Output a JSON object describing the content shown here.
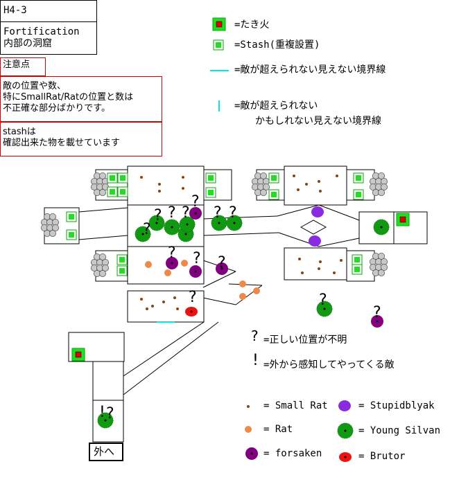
{
  "header": {
    "code": "H4-3",
    "title_line1": "Fortification",
    "title_line2": "内部の洞窟"
  },
  "notes": {
    "heading": "注意点",
    "body_lines": [
      "敵の位置や数、",
      "特にSmallRat/Ratの位置と数は",
      "不正確な部分ばかりです。"
    ],
    "stash_lines": [
      "stashは",
      "確認出来た物を載せています"
    ]
  },
  "legend_top": {
    "bonfire": "=たき火",
    "stash": "=Stash(重複設置)",
    "wall": "=敵が超えられない見えない境界線",
    "maybe_wall_line1": "=敵が超えられない",
    "maybe_wall_line2": "かもしれない見えない境界線"
  },
  "legend_symbols": {
    "question": "=正しい位置が不明",
    "exclaim": "=外から感知してやってくる敵",
    "question_glyph": "?",
    "exclaim_glyph": "!"
  },
  "legend_enemies": {
    "small_rat": "= Small Rat",
    "rat": "= Rat",
    "forsaken": "= forsaken",
    "stupid": "= Stupidblyak",
    "young_silvan": "= Young Silvan",
    "brutor": "= Brutor"
  },
  "exit_label": "外へ",
  "colors": {
    "bonfire_red": "#e00000",
    "stash_green": "#22dd22",
    "stash_border": "#00aa00",
    "wall_cyan": "#00e5e5",
    "small_rat": "#8b4513",
    "rat": "#f08848",
    "forsaken": "#800080",
    "stupid": "#8a2be2",
    "young_silvan": "#119911",
    "brutor": "#ee1111",
    "note_border": "#dd0000"
  }
}
